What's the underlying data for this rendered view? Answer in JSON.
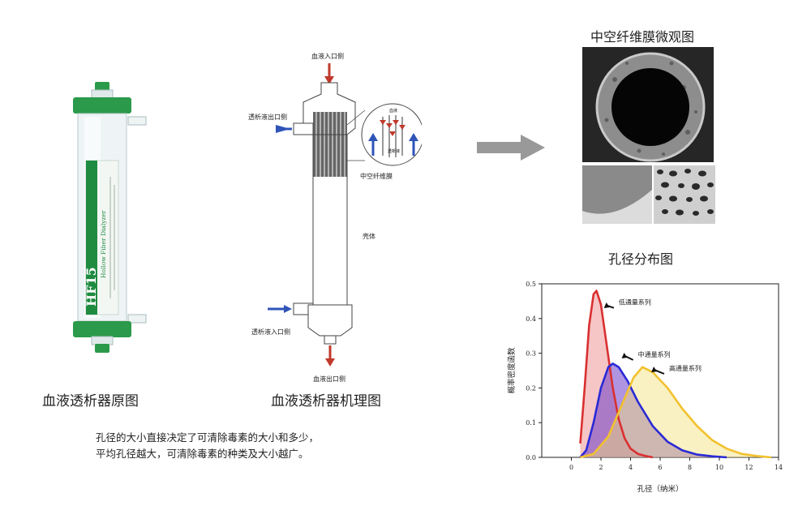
{
  "captions": {
    "dialyzer_photo": "血液透析器原图",
    "mechanism": "血液透析器机理图",
    "micro_view": "中空纤维膜微观图",
    "pore_dist": "孔径分布图"
  },
  "device": {
    "model": "HF15",
    "brand_name": "Hollow Fiber Dialyzer"
  },
  "diagram_labels": {
    "blood_inlet": "血液入口侧",
    "dialysate_outlet": "透析液出口侧",
    "hollow_fiber": "中空纤维膜",
    "shell": "壳体",
    "dialysate_inlet": "透析液入口侧",
    "blood_outlet": "血液出口侧",
    "zoom_blood": "血液",
    "zoom_dialysate": "透析液"
  },
  "note_lines": [
    "孔径的大小直接决定了可清除毒素的大小和多少，",
    "平均孔径越大，可清除毒素的种类及大小越广。"
  ],
  "colors": {
    "low_flux": "#d93030",
    "mid_flux": "#2a2ad6",
    "high_flux": "#f2c12e",
    "arrow_gray": "#999999",
    "blue_arrow": "#2f54b8",
    "red_arrow": "#c0392b",
    "cap_green": "#2b9a4a"
  },
  "chart_data": {
    "type": "area",
    "title": "孔径分布图",
    "xlabel": "孔径（纳米）",
    "ylabel": "概率密度函数",
    "xlim": [
      -2,
      14
    ],
    "ylim": [
      0,
      0.5
    ],
    "xticks": [
      0,
      2,
      4,
      6,
      8,
      10,
      12,
      14
    ],
    "yticks": [
      0.0,
      0.1,
      0.2,
      0.3,
      0.4,
      0.5
    ],
    "grid": false,
    "annotations": [
      "低通量系列",
      "中通量系列",
      "高通量系列"
    ],
    "series": [
      {
        "name": "低通量系列",
        "x": [
          0.6,
          0.9,
          1.2,
          1.5,
          1.7,
          2.0,
          2.4,
          2.8,
          3.2,
          3.6,
          4.0,
          4.5,
          5.0,
          5.5
        ],
        "y": [
          0.04,
          0.2,
          0.38,
          0.47,
          0.48,
          0.44,
          0.32,
          0.2,
          0.11,
          0.055,
          0.025,
          0.01,
          0.004,
          0.0
        ]
      },
      {
        "name": "中通量系列",
        "x": [
          0.6,
          1.0,
          1.5,
          2.0,
          2.5,
          2.8,
          3.2,
          3.8,
          4.5,
          5.5,
          6.5,
          7.5,
          8.5,
          9.5,
          10.5
        ],
        "y": [
          0.0,
          0.02,
          0.1,
          0.2,
          0.26,
          0.27,
          0.26,
          0.22,
          0.16,
          0.09,
          0.045,
          0.02,
          0.008,
          0.003,
          0.0
        ]
      },
      {
        "name": "高通量系列",
        "x": [
          0.6,
          1.5,
          2.5,
          3.5,
          4.2,
          4.8,
          5.5,
          6.5,
          7.5,
          8.5,
          9.5,
          10.5,
          11.5,
          12.5,
          13.5
        ],
        "y": [
          0.0,
          0.01,
          0.06,
          0.16,
          0.23,
          0.26,
          0.245,
          0.2,
          0.14,
          0.09,
          0.05,
          0.025,
          0.01,
          0.004,
          0.0
        ]
      }
    ]
  }
}
